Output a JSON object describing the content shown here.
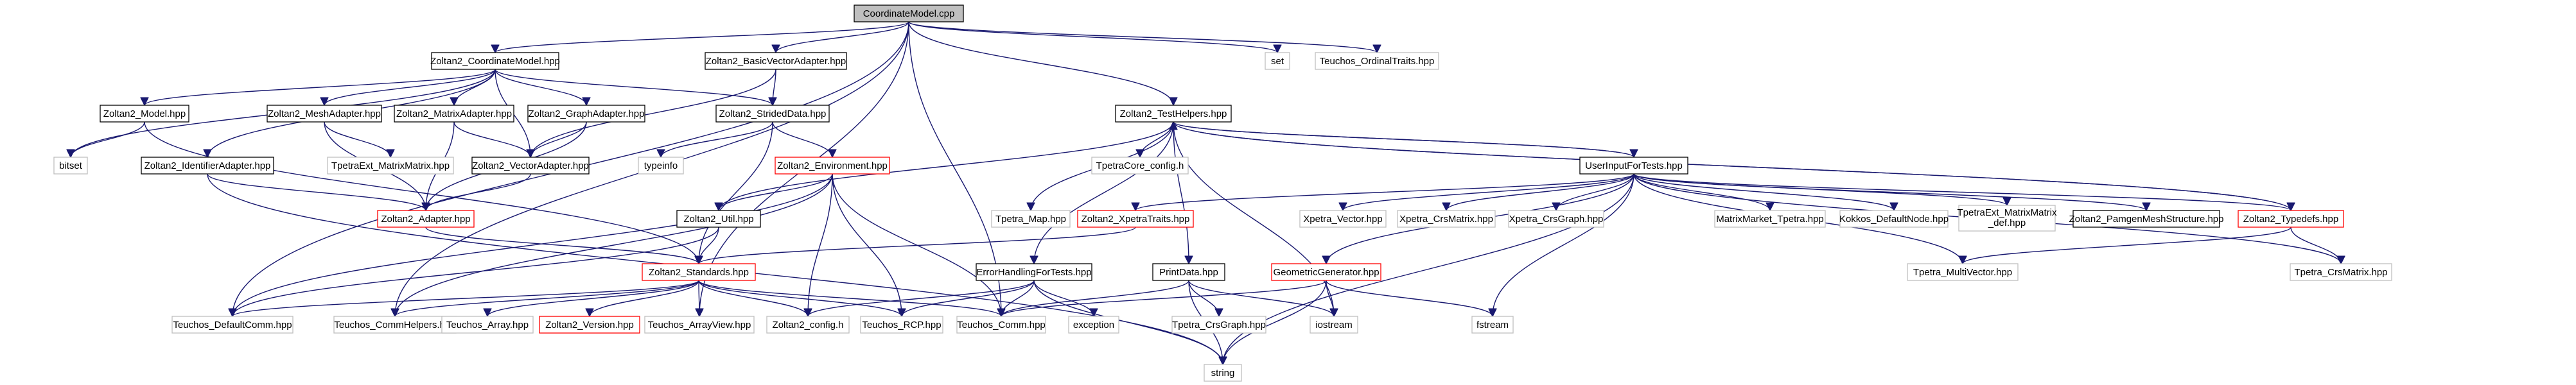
{
  "diagram": {
    "nodes": [
      {
        "id": "n_coord_cpp",
        "label": "CoordinateModel.cpp",
        "style": "root"
      },
      {
        "id": "n_coordmodel",
        "label": "Zoltan2_CoordinateModel.hpp",
        "style": "black"
      },
      {
        "id": "n_basicvec",
        "label": "Zoltan2_BasicVectorAdapter.hpp",
        "style": "black"
      },
      {
        "id": "n_testhelpers",
        "label": "Zoltan2_TestHelpers.hpp",
        "style": "black"
      },
      {
        "id": "n_set",
        "label": "set",
        "style": "gray"
      },
      {
        "id": "n_ordinaltraits",
        "label": "Teuchos_OrdinalTraits.hpp",
        "style": "gray"
      },
      {
        "id": "n_model",
        "label": "Zoltan2_Model.hpp",
        "style": "black"
      },
      {
        "id": "n_meshadapter",
        "label": "Zoltan2_MeshAdapter.hpp",
        "style": "black"
      },
      {
        "id": "n_matrixadapter",
        "label": "Zoltan2_MatrixAdapter.hpp",
        "style": "black"
      },
      {
        "id": "n_graphadapter",
        "label": "Zoltan2_GraphAdapter.hpp",
        "style": "black"
      },
      {
        "id": "n_strideddata",
        "label": "Zoltan2_StridedData.hpp",
        "style": "black"
      },
      {
        "id": "n_userinput",
        "label": "UserInputForTests.hpp",
        "style": "black"
      },
      {
        "id": "n_bitset",
        "label": "bitset",
        "style": "gray"
      },
      {
        "id": "n_tpetraext_mm",
        "label": "TpetraExt_MatrixMatrix.hpp",
        "style": "gray"
      },
      {
        "id": "n_vectoradapter",
        "label": "Zoltan2_VectorAdapter.hpp",
        "style": "black"
      },
      {
        "id": "n_identifieradapter",
        "label": "Zoltan2_IdentifierAdapter.hpp",
        "style": "black"
      },
      {
        "id": "n_typeinfo",
        "label": "typeinfo",
        "style": "gray"
      },
      {
        "id": "n_environment",
        "label": "Zoltan2_Environment.hpp",
        "style": "red"
      },
      {
        "id": "n_tpetracore",
        "label": "TpetraCore_config.h",
        "style": "gray"
      },
      {
        "id": "n_adapter",
        "label": "Zoltan2_Adapter.hpp",
        "style": "red"
      },
      {
        "id": "n_util",
        "label": "Zoltan2_Util.hpp",
        "style": "black"
      },
      {
        "id": "n_tpetra_map",
        "label": "Tpetra_Map.hpp",
        "style": "gray"
      },
      {
        "id": "n_xpetratraits",
        "label": "Zoltan2_XpetraTraits.hpp",
        "style": "red"
      },
      {
        "id": "n_xpetra_vector",
        "label": "Xpetra_Vector.hpp",
        "style": "gray"
      },
      {
        "id": "n_xpetra_crsmatrix",
        "label": "Xpetra_CrsMatrix.hpp",
        "style": "gray"
      },
      {
        "id": "n_xpetra_crsgraph",
        "label": "Xpetra_CrsGraph.hpp",
        "style": "gray"
      },
      {
        "id": "n_matrixmarket",
        "label": "MatrixMarket_Tpetra.hpp",
        "style": "gray"
      },
      {
        "id": "n_kokkos",
        "label": "Kokkos_DefaultNode.hpp",
        "style": "gray"
      },
      {
        "id": "n_tpetraext_def",
        "label": "TpetraExt_MatrixMatrix_def.hpp",
        "label_lines": [
          "TpetraExt_MatrixMatrix",
          "_def.hpp"
        ],
        "style": "gray"
      },
      {
        "id": "n_pamgen",
        "label": "Zoltan2_PamgenMeshStructure.hpp",
        "style": "black"
      },
      {
        "id": "n_typedefs",
        "label": "Zoltan2_Typedefs.hpp",
        "style": "red"
      },
      {
        "id": "n_standards",
        "label": "Zoltan2_Standards.hpp",
        "style": "red"
      },
      {
        "id": "n_errorhandling",
        "label": "ErrorHandlingForTests.hpp",
        "style": "black"
      },
      {
        "id": "n_printdata",
        "label": "PrintData.hpp",
        "style": "black"
      },
      {
        "id": "n_geomgen",
        "label": "GeometricGenerator.hpp",
        "style": "red"
      },
      {
        "id": "n_tpetra_multivector",
        "label": "Tpetra_MultiVector.hpp",
        "style": "gray"
      },
      {
        "id": "n_tpetra_crsmatrix",
        "label": "Tpetra_CrsMatrix.hpp",
        "style": "gray"
      },
      {
        "id": "n_defaultcomm",
        "label": "Teuchos_DefaultComm.hpp",
        "style": "gray"
      },
      {
        "id": "n_commhelpers",
        "label": "Teuchos_CommHelpers.hpp",
        "style": "gray"
      },
      {
        "id": "n_array",
        "label": "Teuchos_Array.hpp",
        "style": "gray"
      },
      {
        "id": "n_version",
        "label": "Zoltan2_Version.hpp",
        "style": "red"
      },
      {
        "id": "n_arrayview",
        "label": "Teuchos_ArrayView.hpp",
        "style": "gray"
      },
      {
        "id": "n_config",
        "label": "Zoltan2_config.h",
        "style": "gray"
      },
      {
        "id": "n_rcp",
        "label": "Teuchos_RCP.hpp",
        "style": "gray"
      },
      {
        "id": "n_comm",
        "label": "Teuchos_Comm.hpp",
        "style": "gray"
      },
      {
        "id": "n_exception",
        "label": "exception",
        "style": "gray"
      },
      {
        "id": "n_tpetra_crsgraph",
        "label": "Tpetra_CrsGraph.hpp",
        "style": "gray"
      },
      {
        "id": "n_iostream",
        "label": "iostream",
        "style": "gray"
      },
      {
        "id": "n_fstream",
        "label": "fstream",
        "style": "gray"
      },
      {
        "id": "n_string",
        "label": "string",
        "style": "gray"
      }
    ],
    "edges": [
      [
        "n_coord_cpp",
        "n_coordmodel"
      ],
      [
        "n_coord_cpp",
        "n_basicvec"
      ],
      [
        "n_coord_cpp",
        "n_testhelpers"
      ],
      [
        "n_coord_cpp",
        "n_set"
      ],
      [
        "n_coord_cpp",
        "n_ordinaltraits"
      ],
      [
        "n_coord_cpp",
        "n_defaultcomm"
      ],
      [
        "n_coord_cpp",
        "n_commhelpers"
      ],
      [
        "n_coord_cpp",
        "n_arrayview"
      ],
      [
        "n_coord_cpp",
        "n_comm"
      ],
      [
        "n_coordmodel",
        "n_model"
      ],
      [
        "n_coordmodel",
        "n_meshadapter"
      ],
      [
        "n_coordmodel",
        "n_matrixadapter"
      ],
      [
        "n_coordmodel",
        "n_graphadapter"
      ],
      [
        "n_coordmodel",
        "n_strideddata"
      ],
      [
        "n_coordmodel",
        "n_identifieradapter"
      ],
      [
        "n_coordmodel",
        "n_vectoradapter"
      ],
      [
        "n_coordmodel",
        "n_bitset"
      ],
      [
        "n_basicvec",
        "n_vectoradapter"
      ],
      [
        "n_basicvec",
        "n_strideddata"
      ],
      [
        "n_model",
        "n_bitset"
      ],
      [
        "n_model",
        "n_standards"
      ],
      [
        "n_meshadapter",
        "n_adapter"
      ],
      [
        "n_meshadapter",
        "n_tpetraext_mm"
      ],
      [
        "n_matrixadapter",
        "n_adapter"
      ],
      [
        "n_matrixadapter",
        "n_vectoradapter"
      ],
      [
        "n_graphadapter",
        "n_vectoradapter"
      ],
      [
        "n_graphadapter",
        "n_adapter"
      ],
      [
        "n_strideddata",
        "n_typeinfo"
      ],
      [
        "n_strideddata",
        "n_environment"
      ],
      [
        "n_strideddata",
        "n_standards"
      ],
      [
        "n_vectoradapter",
        "n_adapter"
      ],
      [
        "n_identifieradapter",
        "n_adapter"
      ],
      [
        "n_identifieradapter",
        "n_string"
      ],
      [
        "n_environment",
        "n_util"
      ],
      [
        "n_environment",
        "n_defaultcomm"
      ],
      [
        "n_environment",
        "n_commhelpers"
      ],
      [
        "n_environment",
        "n_config"
      ],
      [
        "n_environment",
        "n_rcp"
      ],
      [
        "n_environment",
        "n_comm"
      ],
      [
        "n_adapter",
        "n_standards"
      ],
      [
        "n_util",
        "n_standards"
      ],
      [
        "n_util",
        "n_defaultcomm"
      ],
      [
        "n_testhelpers",
        "n_userinput"
      ],
      [
        "n_testhelpers",
        "n_tpetracore"
      ],
      [
        "n_testhelpers",
        "n_util"
      ],
      [
        "n_testhelpers",
        "n_tpetra_map"
      ],
      [
        "n_testhelpers",
        "n_errorhandling"
      ],
      [
        "n_testhelpers",
        "n_printdata"
      ],
      [
        "n_testhelpers",
        "n_iostream"
      ],
      [
        "n_testhelpers",
        "n_typedefs"
      ],
      [
        "n_userinput",
        "n_testhelpers"
      ],
      [
        "n_userinput",
        "n_xpetratraits"
      ],
      [
        "n_userinput",
        "n_xpetra_vector"
      ],
      [
        "n_userinput",
        "n_xpetra_crsmatrix"
      ],
      [
        "n_userinput",
        "n_xpetra_crsgraph"
      ],
      [
        "n_userinput",
        "n_matrixmarket"
      ],
      [
        "n_userinput",
        "n_kokkos"
      ],
      [
        "n_userinput",
        "n_tpetraext_def"
      ],
      [
        "n_userinput",
        "n_pamgen"
      ],
      [
        "n_userinput",
        "n_typedefs"
      ],
      [
        "n_userinput",
        "n_geomgen"
      ],
      [
        "n_userinput",
        "n_tpetra_multivector"
      ],
      [
        "n_userinput",
        "n_tpetra_crsmatrix"
      ],
      [
        "n_userinput",
        "n_fstream"
      ],
      [
        "n_userinput",
        "n_string"
      ],
      [
        "n_typedefs",
        "n_testhelpers"
      ],
      [
        "n_typedefs",
        "n_tpetra_multivector"
      ],
      [
        "n_typedefs",
        "n_tpetra_crsmatrix"
      ],
      [
        "n_xpetratraits",
        "n_standards"
      ],
      [
        "n_standards",
        "n_defaultcomm"
      ],
      [
        "n_standards",
        "n_commhelpers"
      ],
      [
        "n_standards",
        "n_array"
      ],
      [
        "n_standards",
        "n_version"
      ],
      [
        "n_standards",
        "n_arrayview"
      ],
      [
        "n_standards",
        "n_config"
      ],
      [
        "n_standards",
        "n_rcp"
      ],
      [
        "n_standards",
        "n_comm"
      ],
      [
        "n_errorhandling",
        "n_rcp"
      ],
      [
        "n_errorhandling",
        "n_comm"
      ],
      [
        "n_errorhandling",
        "n_exception"
      ],
      [
        "n_errorhandling",
        "n_string"
      ],
      [
        "n_errorhandling",
        "n_config"
      ],
      [
        "n_printdata",
        "n_comm"
      ],
      [
        "n_printdata",
        "n_tpetra_crsgraph"
      ],
      [
        "n_printdata",
        "n_iostream"
      ],
      [
        "n_printdata",
        "n_string"
      ],
      [
        "n_geomgen",
        "n_iostream"
      ],
      [
        "n_geomgen",
        "n_fstream"
      ],
      [
        "n_geomgen",
        "n_string"
      ],
      [
        "n_geomgen",
        "n_comm"
      ]
    ]
  },
  "colors": {
    "edge": "#191970",
    "root_fill": "#bfbfbf",
    "root_border": "#000000",
    "black_border": "#000000",
    "red_border": "#ff0000",
    "gray_border": "#bfbfbf",
    "node_fill": "#ffffff"
  }
}
